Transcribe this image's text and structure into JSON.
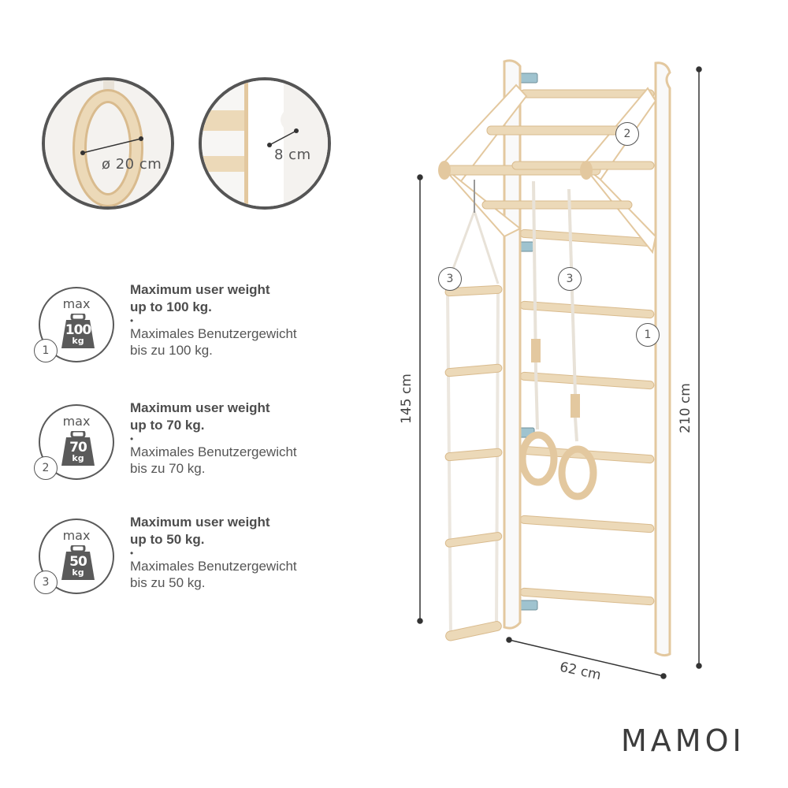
{
  "details": {
    "ring_diameter": "ø 20 cm",
    "rung_diameter": "8 cm"
  },
  "specs": [
    {
      "number": "1",
      "max": "max",
      "weight_value": "100",
      "weight_unit": "kg",
      "en_line1": "Maximum user weight",
      "en_line2": "up to 100 kg.",
      "separator": "•",
      "de_line1": "Maximales Benutzergewicht",
      "de_line2": "bis zu 100 kg."
    },
    {
      "number": "2",
      "max": "max",
      "weight_value": "70",
      "weight_unit": "kg",
      "en_line1": "Maximum user weight",
      "en_line2": "up to 70 kg.",
      "separator": "•",
      "de_line1": "Maximales Benutzergewicht",
      "de_line2": "bis zu 70 kg."
    },
    {
      "number": "3",
      "max": "max",
      "weight_value": "50",
      "weight_unit": "kg",
      "en_line1": "Maximum user weight",
      "en_line2": "up to 50 kg.",
      "separator": "•",
      "de_line1": "Maximales Benutzergewicht",
      "de_line2": "bis zu 50 kg."
    }
  ],
  "product": {
    "callouts": [
      "1",
      "2",
      "3",
      "3"
    ],
    "height_total": "210 cm",
    "height_ladder": "145 cm",
    "width": "62 cm"
  },
  "brand": {
    "logo": "MAMOI"
  },
  "colors": {
    "wood": "#e9d5b4",
    "wood_edge": "#d9bb8e",
    "white_panel": "#f7f7f7",
    "text": "#555555",
    "badge_fill": "#5a5a5a"
  }
}
